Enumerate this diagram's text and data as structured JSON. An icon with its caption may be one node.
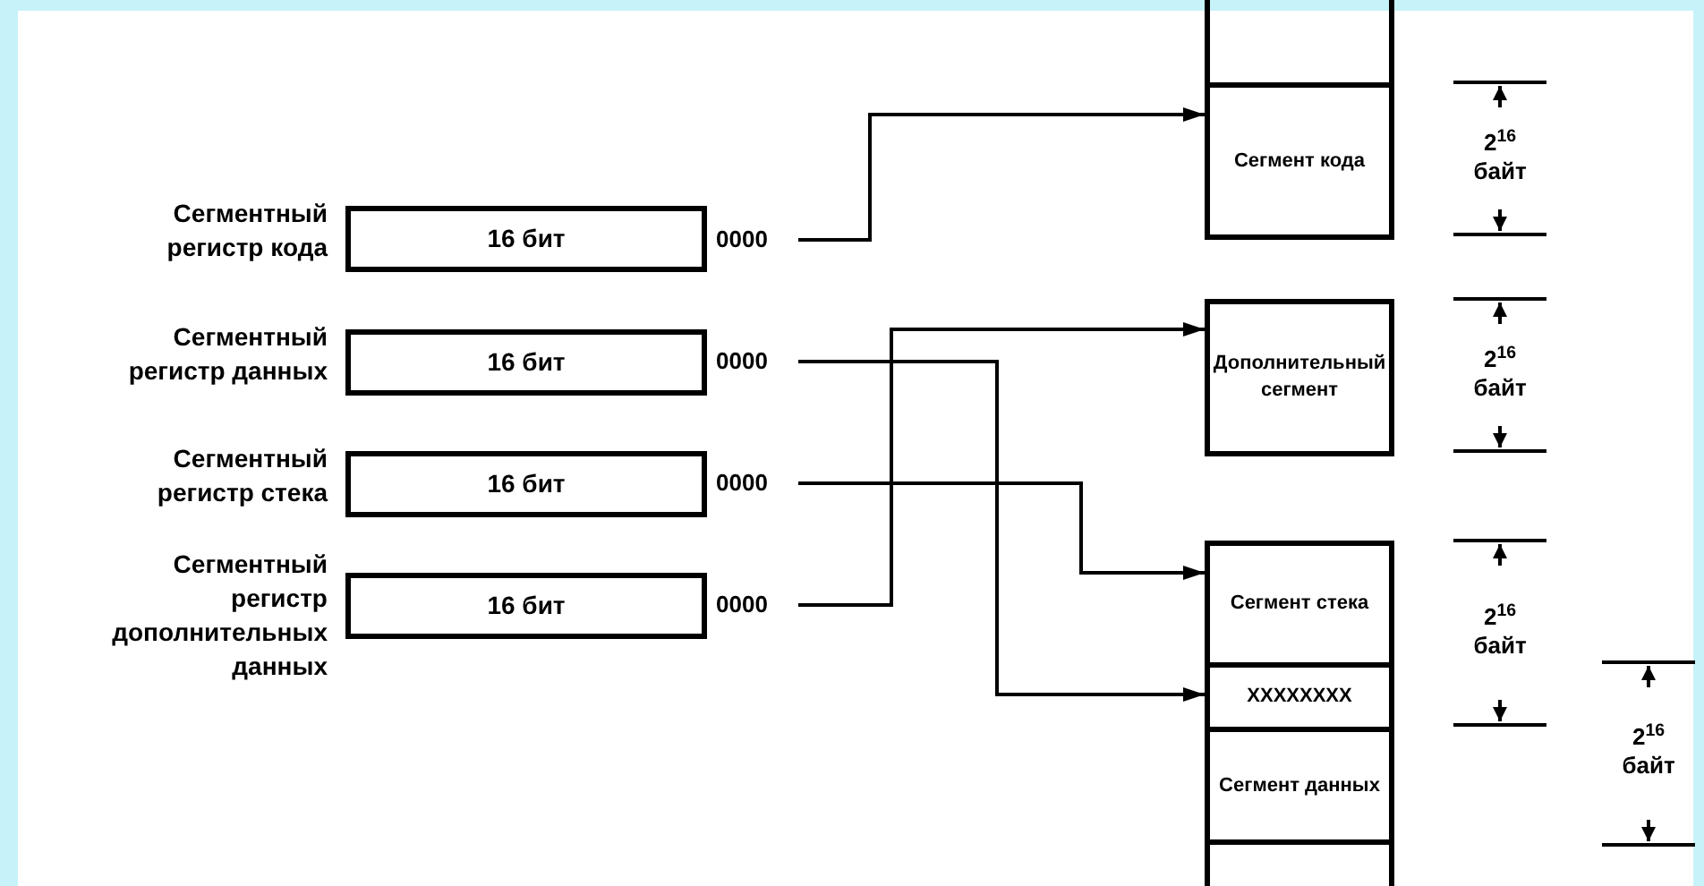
{
  "diagram": {
    "nodes": [
      {
        "text": [
          "16 бит"
        ],
        "beside": [
          "Сегментный регистр кода"
        ]
      },
      {
        "text": [
          "16 бит"
        ],
        "beside": [
          "Сегментный регистр данных"
        ]
      },
      {
        "text": [
          "16 бит"
        ],
        "beside": [
          "Сегментный регистр стека"
        ]
      },
      {
        "text": [
          "16 бит"
        ],
        "beside": [
          "Сегментный регистр дополнительных данных"
        ]
      },
      {
        "text": [
          "0000"
        ]
      },
      {
        "text": [
          "0000"
        ]
      },
      {
        "text": [
          "0000"
        ]
      },
      {
        "text": [
          "0000"
        ]
      },
      {
        "text": [
          "Сегмент кода"
        ]
      },
      {
        "text": [],
        "shape": "box"
      },
      {
        "text": [
          "Дополнительный сегмент"
        ]
      },
      {
        "text": [],
        "shape": "box"
      },
      {
        "text": [
          "Сегмент стека"
        ]
      },
      {
        "text": [
          "XXXXXXXX"
        ]
      },
      {
        "text": [
          "Сегмент данных"
        ]
      }
    ],
    "edges": [
      {
        "from": 4,
        "to": 8,
        "arrow": "to"
      },
      {
        "from": 5,
        "to": 13,
        "arrow": "to"
      },
      {
        "from": 6,
        "to": 12,
        "arrow": "to"
      },
      {
        "from": 7,
        "to": 10,
        "arrow": "to"
      }
    ],
    "labels": [
      "2$^{16}$ байт",
      "2$^{16}$ байт",
      "2$^{16}$ байт",
      "2$^{16}$ байт"
    ]
  }
}
